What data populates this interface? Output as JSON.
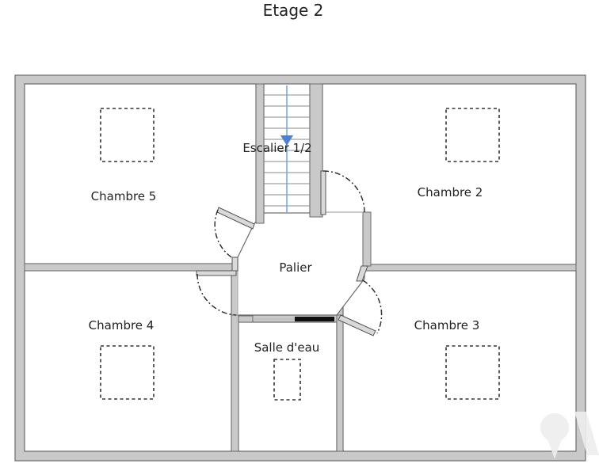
{
  "plan": {
    "title": "Etage 2",
    "rooms": {
      "chambre5": "Chambre 5",
      "chambre2": "Chambre 2",
      "chambre4": "Chambre 4",
      "chambre3": "Chambre 3",
      "palier": "Palier",
      "salle_eau": "Salle d'eau",
      "escalier": "Escalier 1/2"
    },
    "colors": {
      "wall": "#c9c9c9",
      "wall_outline": "#6a6a6a",
      "stair_arrow": "#4a82d0"
    },
    "icons": [
      "stair-arrow-icon",
      "door-swing-icon",
      "watermark-logo-icon"
    ]
  }
}
